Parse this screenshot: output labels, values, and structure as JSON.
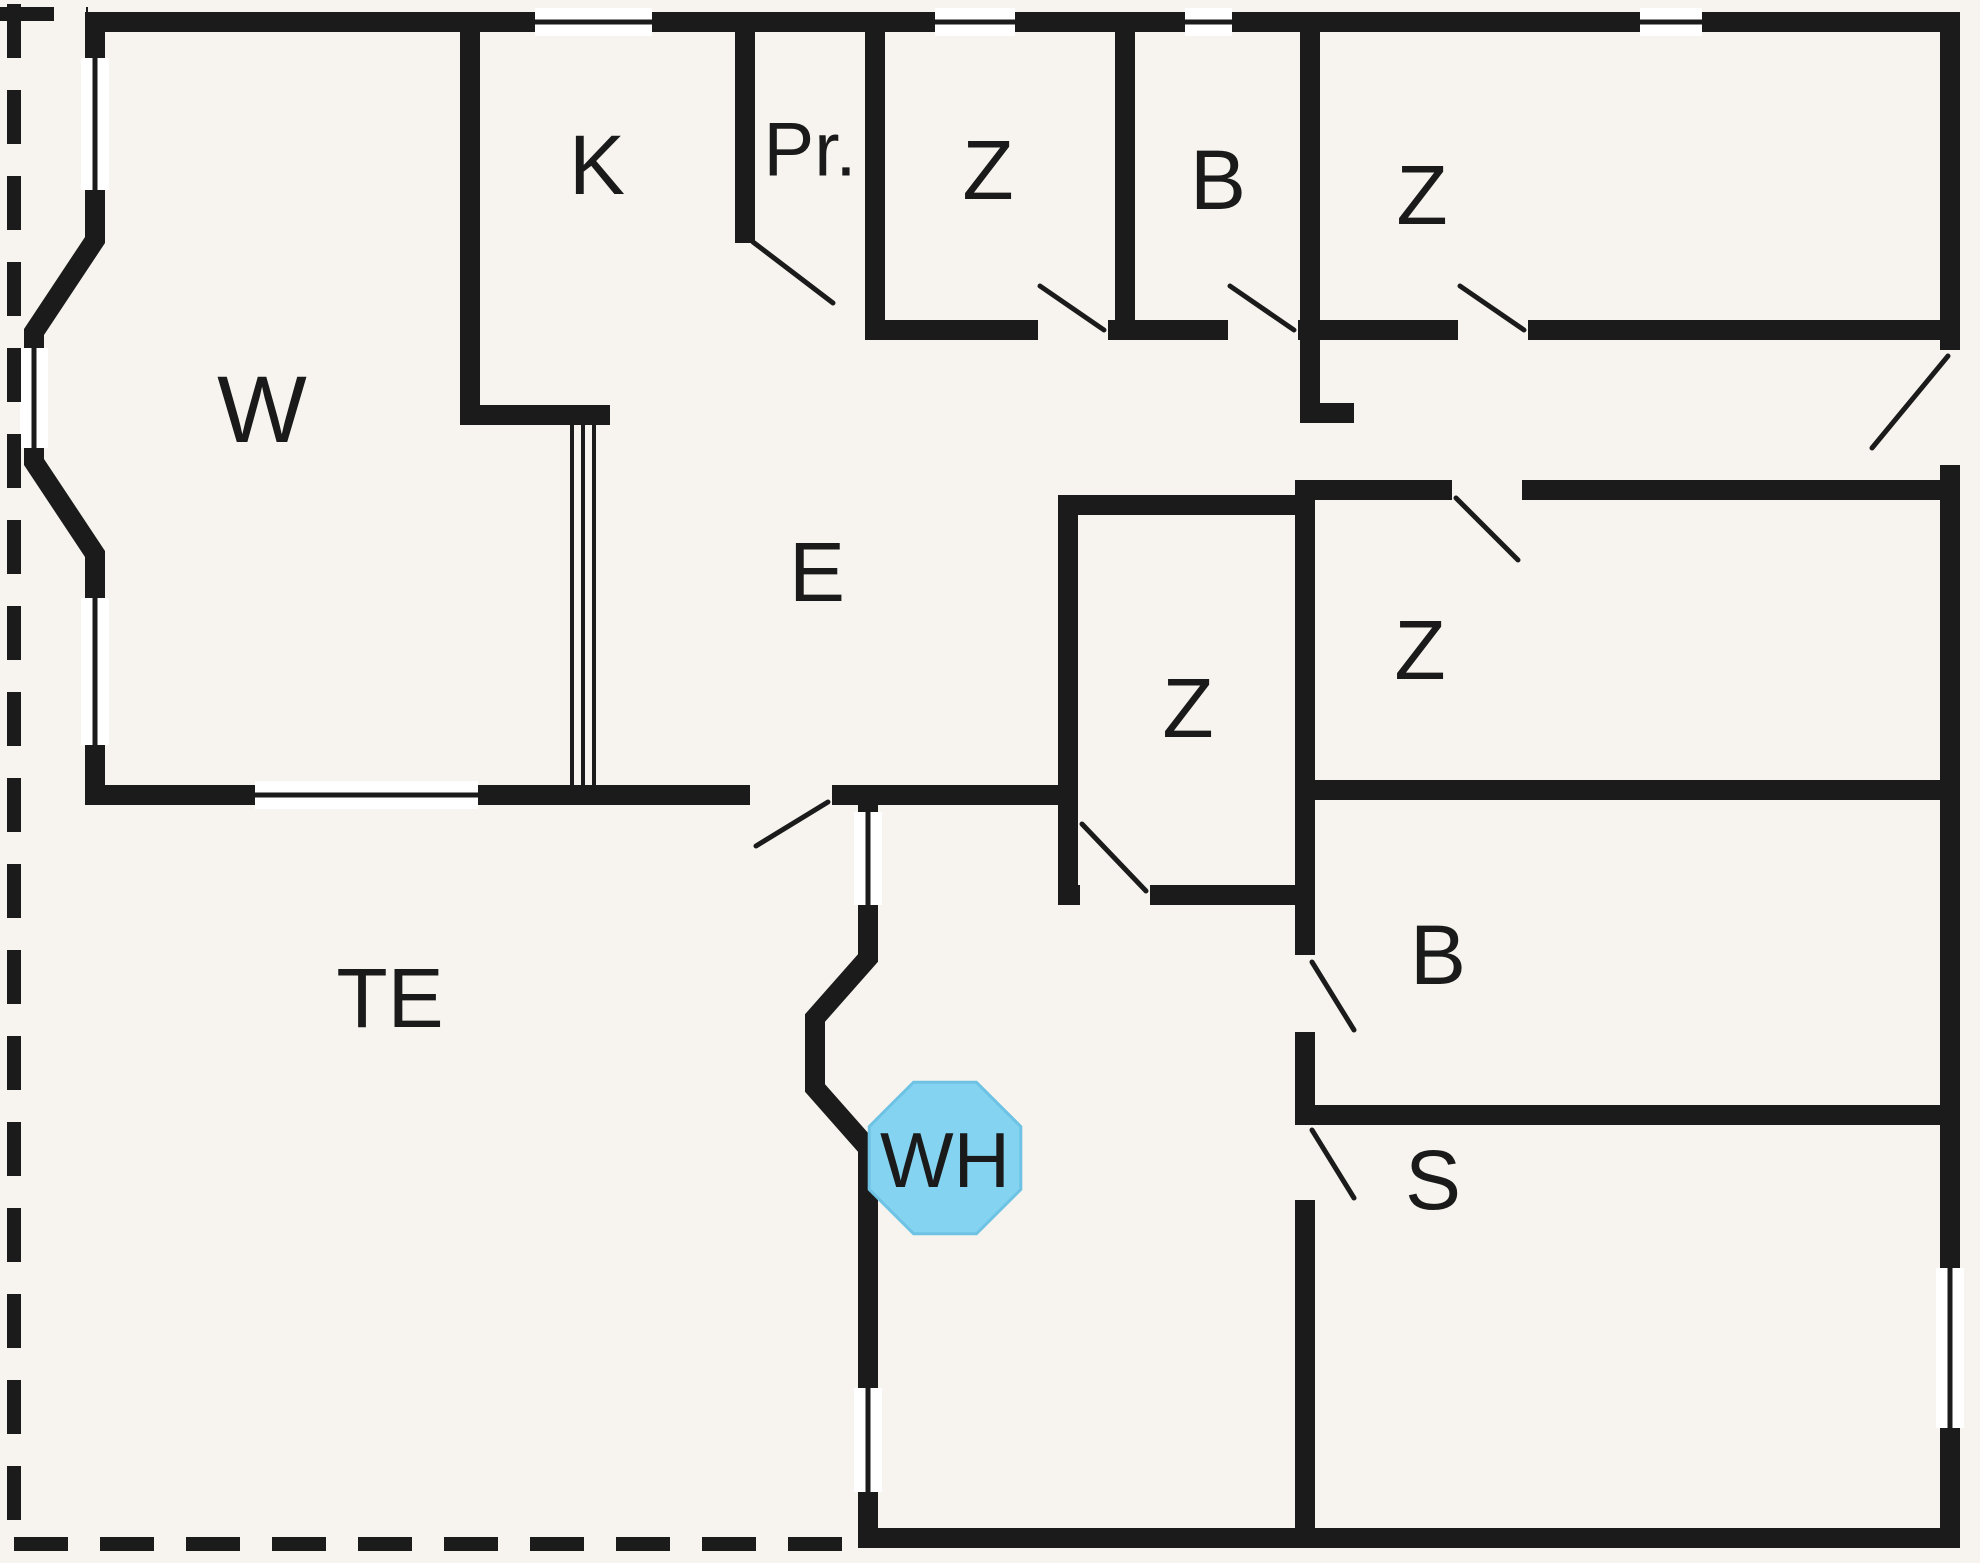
{
  "plan": {
    "type": "floor-plan",
    "rooms": [
      {
        "label": "W"
      },
      {
        "label": "K"
      },
      {
        "label": "Pr."
      },
      {
        "label": "Z"
      },
      {
        "label": "B"
      },
      {
        "label": "Z"
      },
      {
        "label": "E"
      },
      {
        "label": "Z"
      },
      {
        "label": "Z"
      },
      {
        "label": "TE"
      },
      {
        "label": "B"
      },
      {
        "label": "S"
      }
    ],
    "marker": {
      "label": "WH",
      "shape": "octagon"
    },
    "colors": {
      "wall": "#1b1b1b",
      "background": "#f7f4ef",
      "window_fill": "#ffffff",
      "whirlpool_fill": "#84d3f0"
    }
  }
}
